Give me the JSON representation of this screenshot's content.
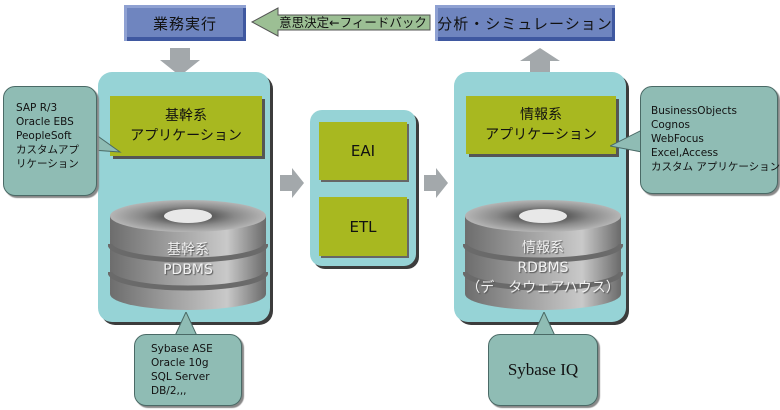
{
  "top": {
    "left_box": "業務実行",
    "right_box": "分析・シミュレーション",
    "feedback_arrow": "意思決定←フィードバック"
  },
  "left_panel": {
    "app_line1": "基幹系",
    "app_line2": "アプリケーション",
    "db_line1": "基幹系",
    "db_line2": "PDBMS"
  },
  "middle_panel": {
    "item1": "EAI",
    "item2": "ETL"
  },
  "right_panel": {
    "app_line1": "情報系",
    "app_line2": "アプリケーション",
    "db_line1": "情報系",
    "db_line2": "RDBMS",
    "db_line3": "（デ　タウェアハウス）"
  },
  "callouts": {
    "left_apps": [
      "SAP R/3",
      "Oracle EBS",
      "PeopleSoft",
      "カスタムアプ",
      "リケーション"
    ],
    "left_db": [
      "Sybase ASE",
      "Oracle 10g",
      "SQL Server",
      "DB/2,,,"
    ],
    "right_apps": [
      "BusinessObjects",
      "Cognos",
      "WebFocus",
      "Excel,Access",
      "カスタム アプリケーション"
    ],
    "right_db": "Sybase IQ"
  },
  "colors": {
    "bevel_blue": "#6f85bf",
    "panel_teal": "#96d3d6",
    "app_green": "#a8b820",
    "callout_teal": "#8fbcb4",
    "arrow_gray": "#a3a8ab",
    "feedback_green": "#9cbf94"
  }
}
